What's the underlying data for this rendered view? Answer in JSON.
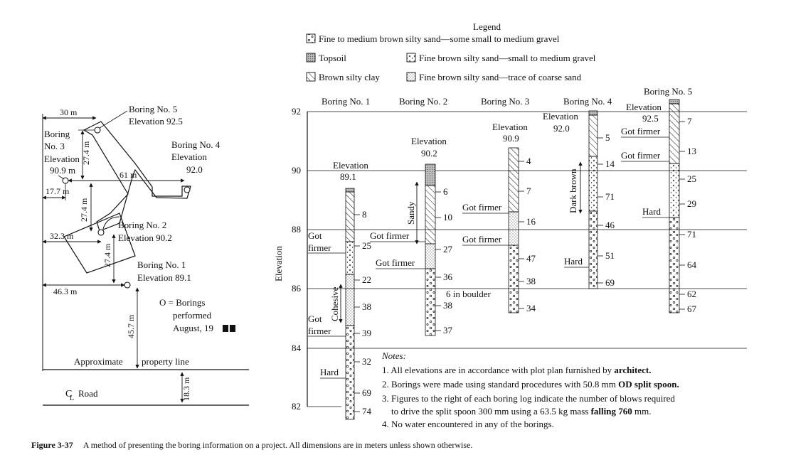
{
  "plan": {
    "dim_30m": "30 m",
    "boring3_label": [
      "Boring",
      "No. 3",
      "Elevation",
      "90.9 m"
    ],
    "dim_27_4_top": "27.4 m",
    "boring5_label": [
      "Boring No. 5",
      "Elevation 92.5"
    ],
    "boring4_label": [
      "Boring No. 4",
      "Elevation",
      "92.0"
    ],
    "dim_61m": "61 m",
    "dim_17_7m": "17.7 m",
    "dim_27_4_mid": "27.4 m",
    "boring2_label": [
      "Boring No. 2",
      "Elevation 90.2"
    ],
    "dim_32_3m": "32.3 m",
    "dim_27_4_low": "27.4 m",
    "boring1_label": [
      "Boring No. 1",
      "Elevation 89.1"
    ],
    "dim_46_3m": "46.3 m",
    "borings_note": [
      "O = Borings",
      "performed",
      "August, 19"
    ],
    "dim_45_7m": "45.7 m",
    "property_line": [
      "Approximate",
      "property line"
    ],
    "road_label": "Road",
    "road_cl": "C",
    "road_cl_sub": "L",
    "dim_18_3m": "18.3 m"
  },
  "legend": {
    "title": "Legend",
    "items": [
      {
        "pattern": "gravel-sand",
        "label": "Fine to medium brown silty sand—some small to medium gravel"
      },
      {
        "pattern": "topsoil",
        "label": "Topsoil"
      },
      {
        "pattern": "fine-gravel",
        "label": "Fine brown silty sand—small to medium gravel"
      },
      {
        "pattern": "clay",
        "label": "Brown silty clay"
      },
      {
        "pattern": "coarse-trace",
        "label": "Fine brown silty sand—trace of coarse sand"
      }
    ]
  },
  "profile": {
    "y_axis_label": "Elevation",
    "y_ticks": [
      "92",
      "90",
      "88",
      "86",
      "84",
      "82"
    ],
    "boring_titles": [
      "Boring No. 1",
      "Boring No. 2",
      "Boring No. 3",
      "Boring No. 4",
      "Boring No. 5"
    ],
    "elev_labels": [
      [
        "Elevation",
        "89.1"
      ],
      [
        "Elevation",
        "90.2"
      ],
      [
        "Elevation",
        "90.9"
      ],
      [
        "Elevation",
        "92.0"
      ],
      [
        "Elevation",
        "92.5"
      ]
    ],
    "borings": [
      {
        "blows": [
          "8",
          "25",
          "22",
          "38",
          "39",
          "32",
          "69",
          "74"
        ]
      },
      {
        "blows": [
          "6",
          "10",
          "27",
          "36",
          "38",
          "37"
        ]
      },
      {
        "blows": [
          "4",
          "7",
          "16",
          "47",
          "38",
          "34"
        ]
      },
      {
        "blows": [
          "5",
          "14",
          "71",
          "46",
          "51",
          "69"
        ]
      },
      {
        "blows": [
          "7",
          "13",
          "25",
          "29",
          "71",
          "64",
          "62",
          "67"
        ]
      }
    ],
    "annotations": {
      "got_firmer": "Got firmer",
      "got": "Got",
      "firmer": "firmer",
      "hard": "Hard",
      "sandy": "Sandy",
      "cohesive": "Cohesive",
      "dark_brown": "Dark brown",
      "boulder": "6 in boulder"
    },
    "notes_title": "Notes:",
    "notes": [
      {
        "num": "1.",
        "text": "All elevations are in accordance with plot plan furnished by ",
        "bold": "architect."
      },
      {
        "num": "2.",
        "text": "Borings were made using standard procedures with 50.8 mm ",
        "bold": "OD split spoon."
      },
      {
        "num": "3.",
        "text": "Figures to the right of each boring log indicate the number of blows required"
      },
      {
        "num": "",
        "text": "to drive the split spoon 300 mm using a 63.5 kg mass ",
        "bold": "falling 760",
        "tail": " mm."
      },
      {
        "num": "4.",
        "text": "No water encountered in any of the borings."
      }
    ]
  },
  "caption": {
    "number": "Figure 3-37",
    "text": "A method of presenting the boring information on a project. All dimensions are in meters unless shown otherwise."
  }
}
